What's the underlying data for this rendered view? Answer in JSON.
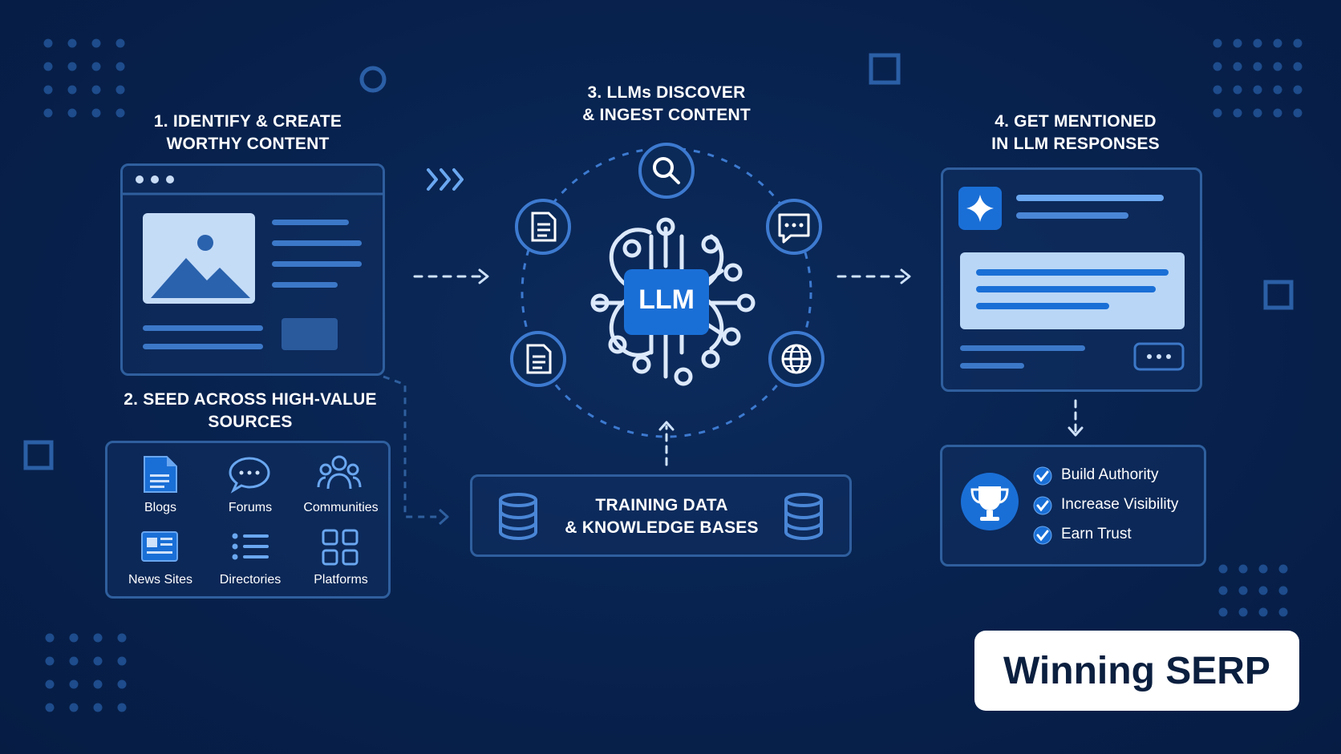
{
  "steps": {
    "step1": {
      "line1": "1. IDENTIFY & CREATE",
      "line2": "WORTHY CONTENT"
    },
    "step2": {
      "line1": "2. SEED ACROSS HIGH-VALUE",
      "line2": "SOURCES"
    },
    "step3": {
      "line1": "3. LLMs DISCOVER",
      "line2": "& INGEST CONTENT"
    },
    "step4": {
      "line1": "4. GET MENTIONED",
      "line2": "IN LLM RESPONSES"
    }
  },
  "sources": [
    {
      "label": "Blogs",
      "icon": "document-icon"
    },
    {
      "label": "Forums",
      "icon": "chat-bubble-icon"
    },
    {
      "label": "Communities",
      "icon": "people-icon"
    },
    {
      "label": "News Sites",
      "icon": "newspaper-icon"
    },
    {
      "label": "Directories",
      "icon": "list-icon"
    },
    {
      "label": "Platforms",
      "icon": "grid-icon"
    }
  ],
  "llm": {
    "label": "LLM"
  },
  "training": {
    "line1": "TRAINING DATA",
    "line2": "& KNOWLEDGE BASES"
  },
  "benefits": [
    "Build Authority",
    "Increase Visibility",
    "Earn Trust"
  ],
  "brand": {
    "label": "Winning SERP"
  },
  "colors": {
    "background": "#082350",
    "accent": "#1a6fd6",
    "outline": "#2f5f9e",
    "light_blue": "#5fa0ee"
  }
}
